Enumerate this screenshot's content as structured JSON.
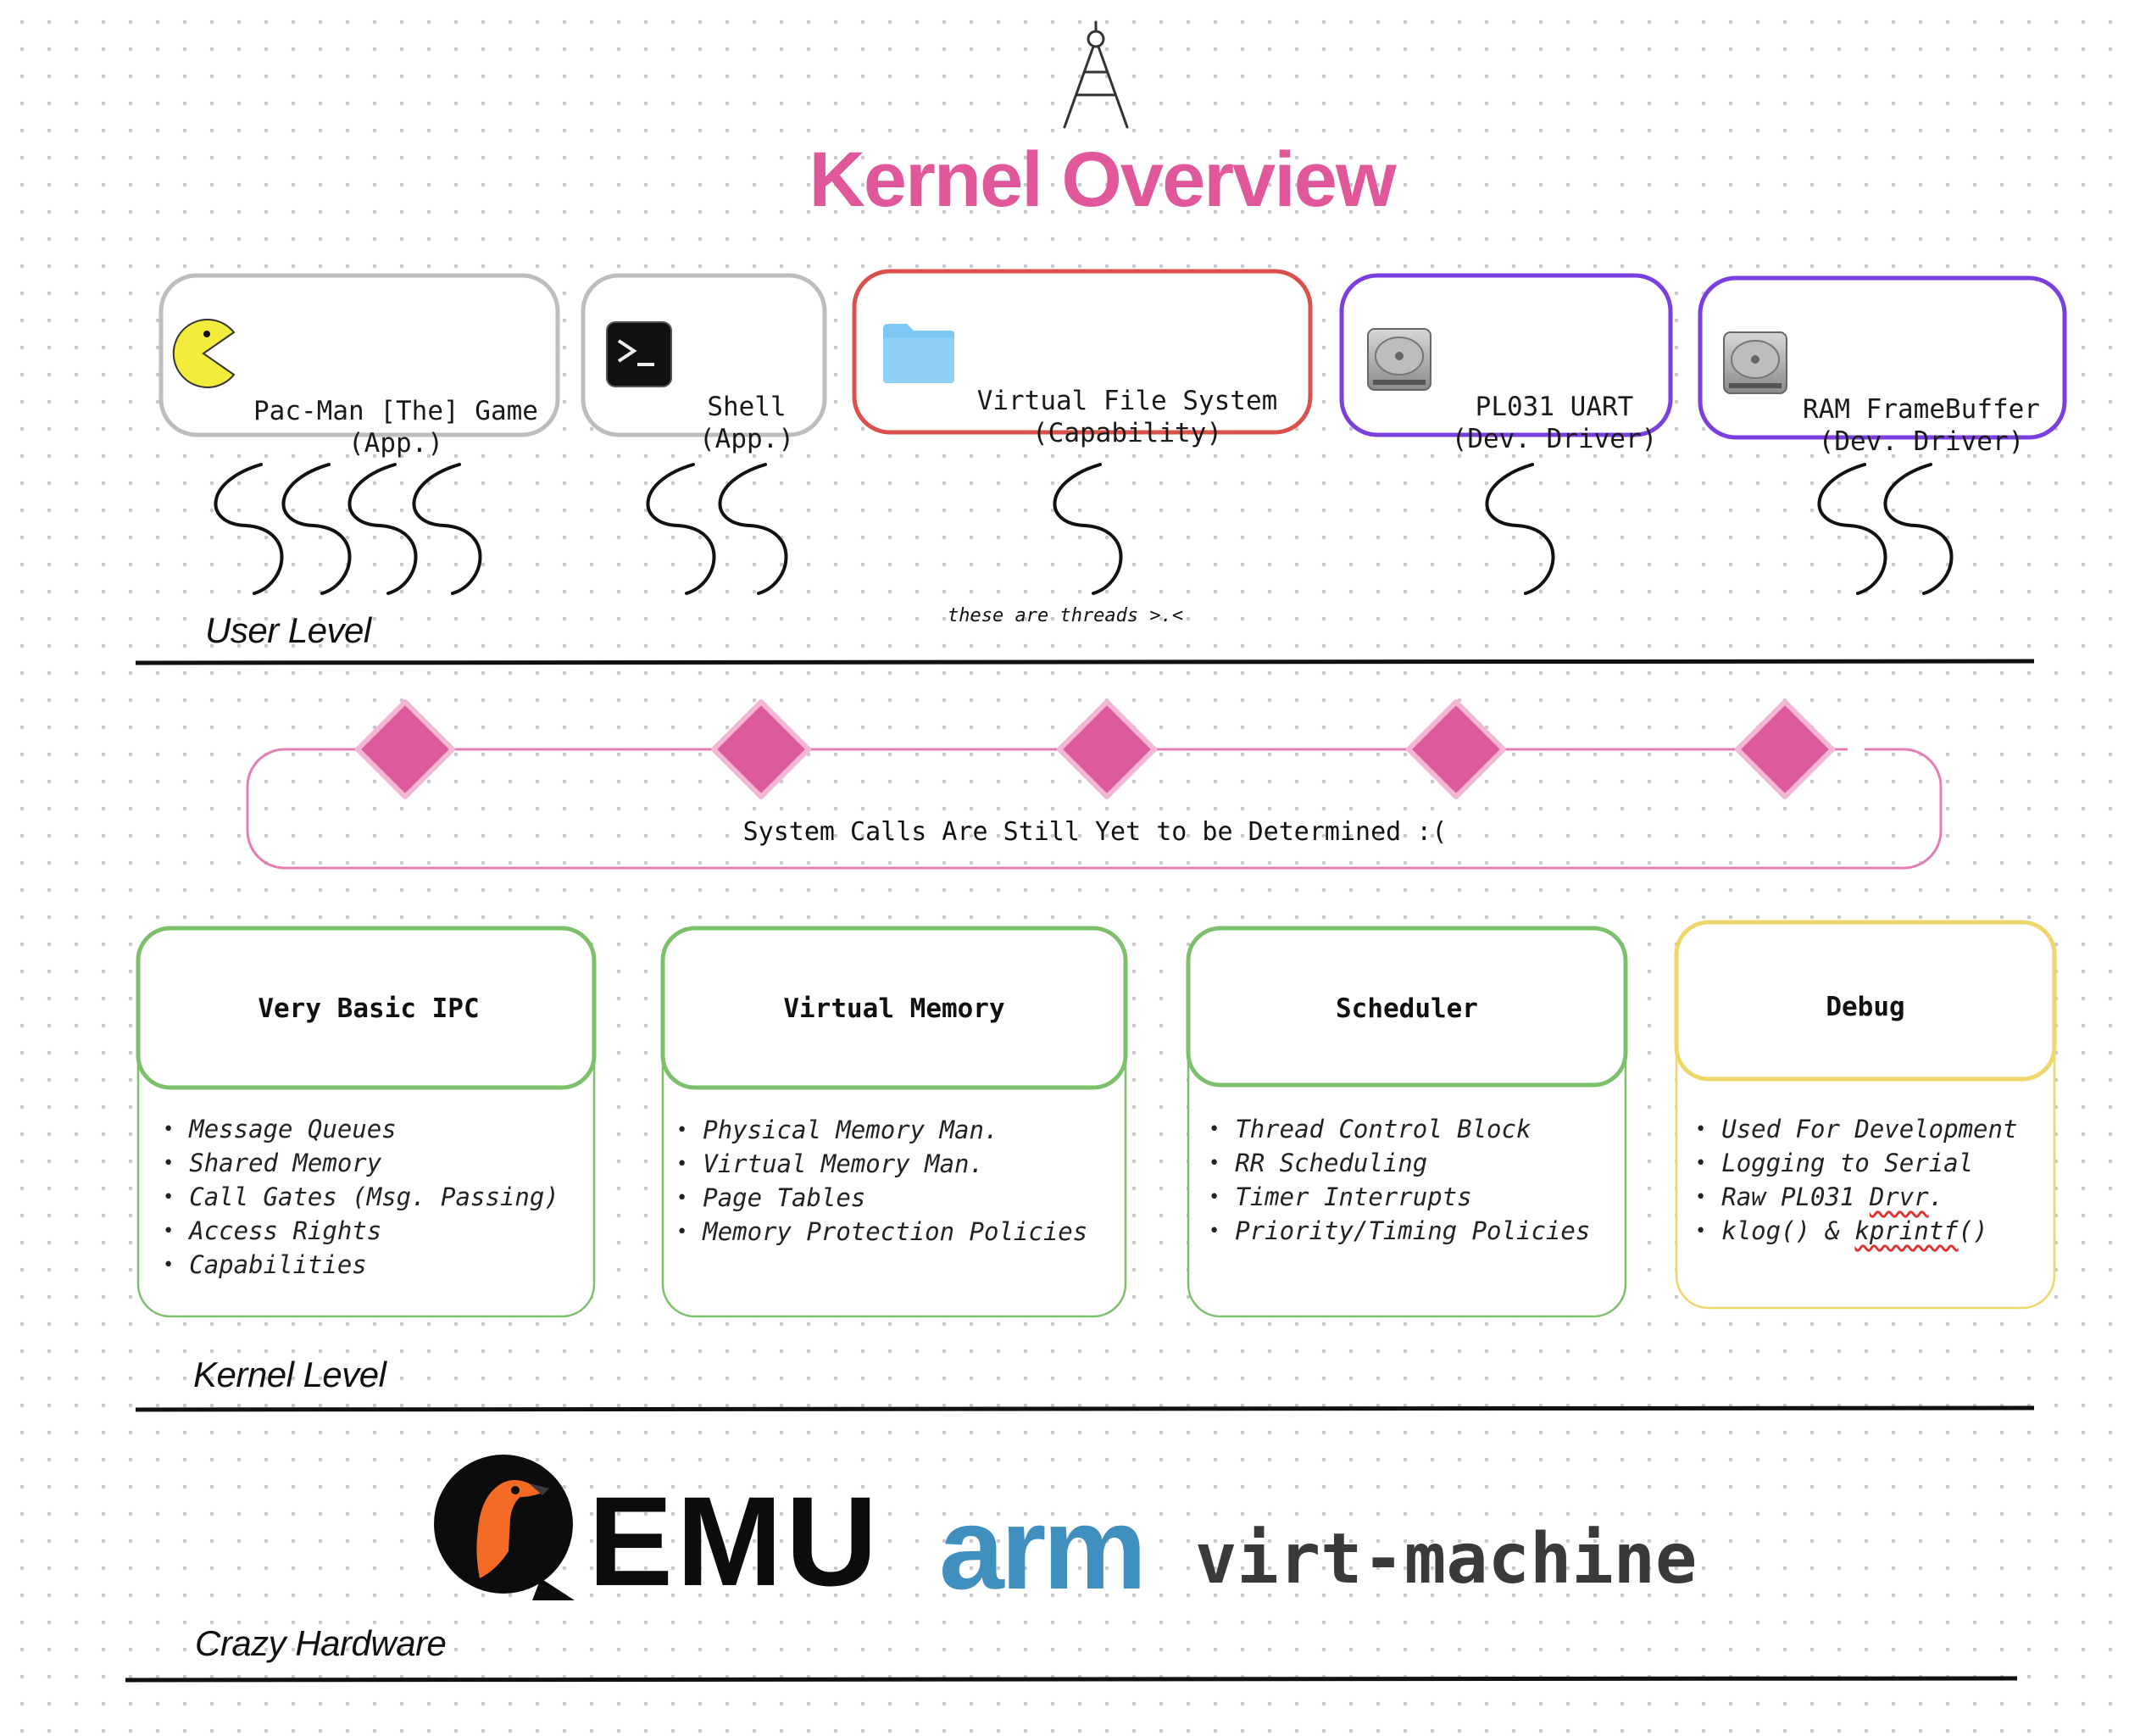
{
  "title": "Kernel Overview",
  "apps": [
    {
      "line1": "Pac-Man [The] Game",
      "line2": "(App.)",
      "icon": "pacman-icon",
      "border": "#bdbdbd"
    },
    {
      "line1": "Shell",
      "line2": "(App.)",
      "icon": "terminal-icon",
      "border": "#bdbdbd"
    },
    {
      "line1": "Virtual File System",
      "line2": "(Capability)",
      "icon": "folder-icon",
      "border": "#d9514a"
    },
    {
      "line1": "PL031 UART",
      "line2": "(Dev. Driver)",
      "icon": "hard-drive-icon",
      "border": "#7b3fe0"
    },
    {
      "line1": "RAM FrameBuffer",
      "line2": "(Dev. Driver)",
      "icon": "hard-drive-icon",
      "border": "#7b3fe0"
    }
  ],
  "threads_note": "these are threads >.<",
  "levels": {
    "user": "User Level",
    "kernel": "Kernel Level",
    "hardware": "Crazy Hardware"
  },
  "syscalls_label": "System Calls Are Still Yet to be Determined :(",
  "kernel_modules": [
    {
      "title": "Very Basic IPC",
      "items": [
        "Message Queues",
        "Shared Memory",
        "Call Gates (Msg. Passing)",
        "Access Rights",
        "Capabilities"
      ],
      "color": "#7dc06b"
    },
    {
      "title": "Virtual Memory",
      "items": [
        "Physical Memory Man.",
        "Virtual Memory Man.",
        "Page Tables",
        "Memory Protection Policies"
      ],
      "color": "#7dc06b"
    },
    {
      "title": "Scheduler",
      "items": [
        "Thread Control Block",
        "RR Scheduling",
        "Timer Interrupts",
        "Priority/Timing Policies"
      ],
      "color": "#7dc06b"
    },
    {
      "title": "Debug",
      "items": [
        "Used For Development",
        "Logging to Serial",
        "Raw PL031 ",
        "klog() & "
      ],
      "item_marked": [
        "",
        "",
        "Drvr",
        "kprintf"
      ],
      "item_after": [
        "",
        "",
        ".",
        "()"
      ],
      "color": "#eed669"
    }
  ],
  "hardware": {
    "qemu": "EMU",
    "arm": "arm",
    "machine": "virt-machine"
  },
  "colors": {
    "accent": "#e0589a",
    "syscall_diamond": "#dd5b9d",
    "arm_blue": "#3f8fbf",
    "qemu_orange": "#f26a24"
  }
}
